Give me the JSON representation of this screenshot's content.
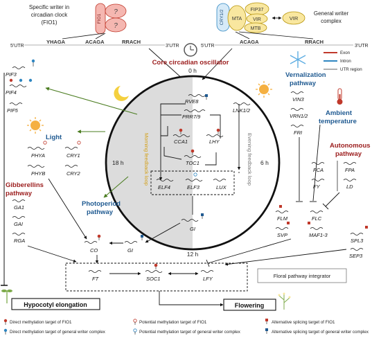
{
  "writers": {
    "fio1_title_line1": "Specific writer in",
    "fio1_title_line2": "circadian clock",
    "fio1_title_line3": "(FIO1)",
    "fio1_label": "FIO1",
    "unknown_mark": "?",
    "general_title_line1": "General writer",
    "general_title_line2": "complex",
    "complex": [
      "CRY1/2",
      "MTA",
      "FIP37",
      "VIR",
      "MTB"
    ],
    "vir_label": "VIR"
  },
  "sequences": {
    "left": {
      "utr5": "5'UTR",
      "m1": "YHAGA",
      "m2": "ACAGA",
      "m3": "RRACH",
      "utr3": "3'UTR"
    },
    "right": {
      "utr5": "5'UTR",
      "m1": "ACAGA",
      "m2": "RRACH",
      "utr3": "3'UTR"
    }
  },
  "key": {
    "exon": "Exon",
    "intron": "Intron",
    "utr": "UTR region"
  },
  "colors": {
    "exon": "#c0392b",
    "intron": "#2e86c1",
    "utr": "#b0b0b0",
    "direct_fio1": "#c0392b",
    "general": "#2e86c1"
  },
  "oscillator": {
    "title": "Core circadian oscillator",
    "h0": "0 h",
    "h6": "6 h",
    "h12": "12 h",
    "h18": "18 h",
    "morning_loop": "Morning feedback loop",
    "evening_loop": "Evening feedback loop",
    "genes": {
      "rve8": "RVE8",
      "prr": "PRR7/9",
      "lnk": "LNK1/2",
      "cca1": "CCA1",
      "lhy": "LHY",
      "toc1": "TOC1",
      "elf4": "ELF4",
      "elf3": "ELF3",
      "lux": "LUX",
      "gi": "GI"
    }
  },
  "left_genes": {
    "pif3": "PIF3",
    "pif4": "PIF4",
    "pif5": "PIF5",
    "phya": "PHYA",
    "phyb": "PHYB",
    "cry1": "CRY1",
    "cry2": "CRY2"
  },
  "sections": {
    "light": "Light",
    "gibberellins_line1": "Gibberellins",
    "gibberellins_line2": "pathway",
    "photoperiod_line1": "Photoperiod",
    "photoperiod_line2": "pathway",
    "vernalization_line1": "Vernalization",
    "vernalization_line2": "pathway",
    "ambient_line1": "Ambient",
    "ambient_line2": "temperature",
    "autonomous_line1": "Autonomous",
    "autonomous_line2": "pathway"
  },
  "gib_genes": {
    "ga1": "GA1",
    "gai": "GAI",
    "rga": "RGA"
  },
  "photo_genes": {
    "co": "CO",
    "gi": "GI"
  },
  "vern_genes": {
    "vin3": "VIN3",
    "vrn": "VRN1/2",
    "fri": "FRI"
  },
  "auto_genes": {
    "fca": "FCA",
    "fpa": "FPA",
    "fy": "FY",
    "ld": "LD"
  },
  "integrator_genes": {
    "flm": "FLM",
    "flc": "FLC",
    "svp": "SVP",
    "maf": "MAF1-3",
    "spl3": "SPL3",
    "sep3": "SEP3"
  },
  "integrator": {
    "ft": "FT",
    "soc1": "SOC1",
    "lfy": "LFY",
    "label": "Floral pathway integrator"
  },
  "outputs": {
    "hypocotyl": "Hypocotyl elongation",
    "flowering": "Flowering"
  },
  "legend": {
    "direct_fio1": "Direct methylation target of FIO1",
    "potential_fio1": "Potential methylation target of FIO1",
    "alt_fio1": "Alternative splicing target of FIO1",
    "direct_general": "Direct methylation target of general writer complex",
    "potential_general": "Potential methylation target of general writer complex",
    "alt_general": "Alternative splicing target of general writer complex"
  }
}
